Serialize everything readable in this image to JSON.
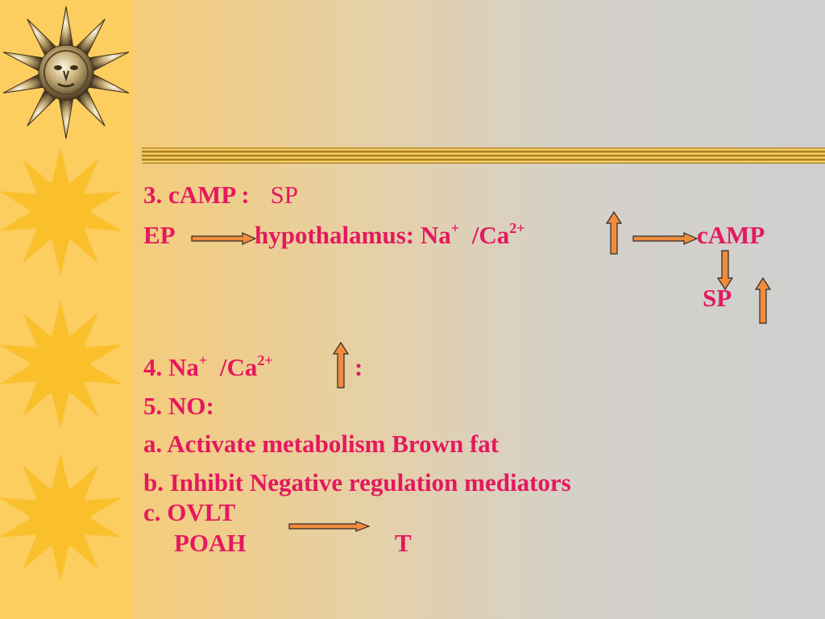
{
  "slide": {
    "line1": {
      "label": "3. cAMP :",
      "value": "SP"
    },
    "line2": {
      "ep": "EP",
      "hypothalamus": "hypothalamus: Na",
      "plus": "+",
      "ca": "/Ca",
      "ca_charge": "2+",
      "camp": "cAMP"
    },
    "line3": {
      "sp": "SP"
    },
    "line4": {
      "prefix": "4. Na",
      "plus": "+",
      "ca": "/Ca",
      "ca_charge": "2+",
      "colon": ":"
    },
    "line5": "5. NO:",
    "line6": "a. Activate metabolism Brown fat",
    "line7": "b. Inhibit Negative regulation mediators",
    "line8": "c. OVLT",
    "line9": {
      "poah": "POAH",
      "t": "T"
    }
  },
  "colors": {
    "text": "#e5185e",
    "arrow_fill": "#f08c3c",
    "arrow_stroke": "#2a2a2a",
    "sidebar": "#fccd5f"
  },
  "icons": [
    "sun-face-icon",
    "sun-icon",
    "arrow-right-icon",
    "arrow-up-icon",
    "arrow-down-icon"
  ]
}
